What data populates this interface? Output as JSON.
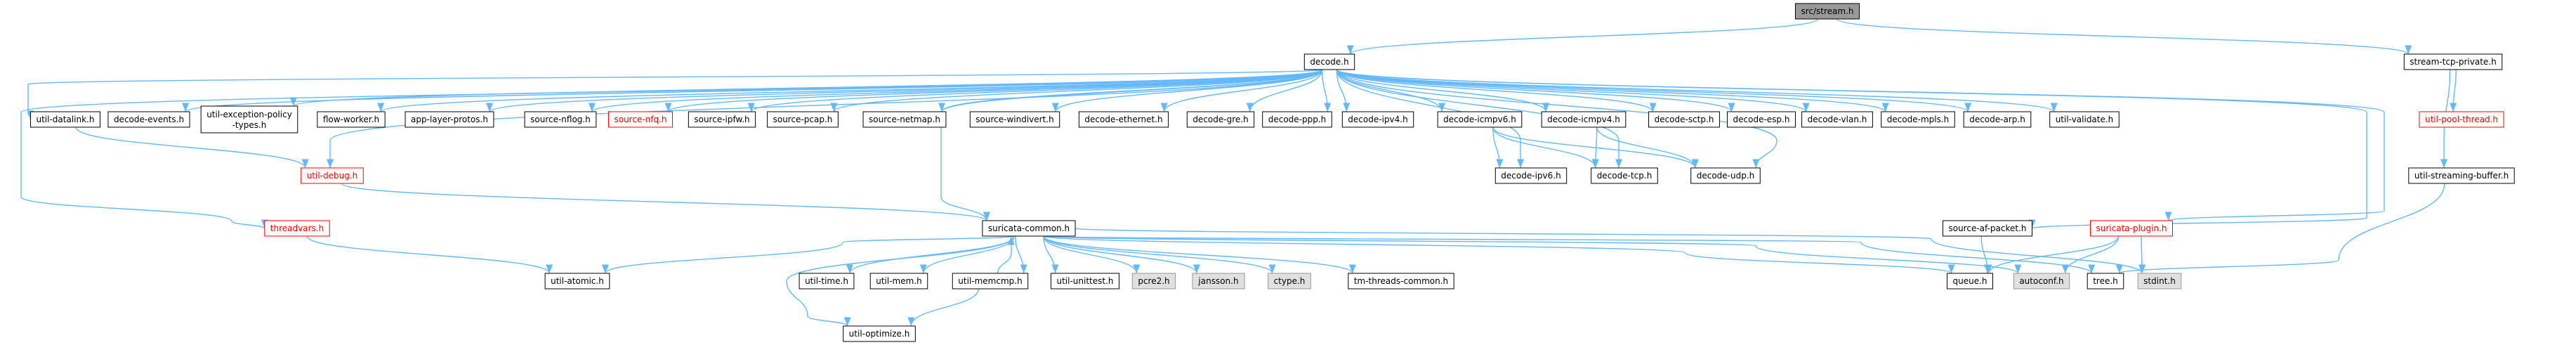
{
  "colors": {
    "edge": "#63b8ff",
    "node_border": "#000000",
    "node_fill": "#ffffff",
    "root_fill": "#999999",
    "gray_fill": "#e0e0e0",
    "red": "#ff0000"
  },
  "nodes": [
    {
      "id": "stream",
      "label": "src/stream.h",
      "style": "root"
    },
    {
      "id": "decode",
      "label": "decode.h",
      "style": "normal"
    },
    {
      "id": "stcp",
      "label": "stream-tcp-private.h",
      "style": "normal"
    },
    {
      "id": "datalink",
      "label": "util-datalink.h",
      "style": "normal"
    },
    {
      "id": "devents",
      "label": "decode-events.h",
      "style": "normal"
    },
    {
      "id": "excpol",
      "label": "util-exception-policy\n-types.h",
      "style": "normal"
    },
    {
      "id": "flowwk",
      "label": "flow-worker.h",
      "style": "normal"
    },
    {
      "id": "applayer",
      "label": "app-layer-protos.h",
      "style": "normal"
    },
    {
      "id": "nflog",
      "label": "source-nflog.h",
      "style": "normal"
    },
    {
      "id": "nfq",
      "label": "source-nfq.h",
      "style": "red"
    },
    {
      "id": "ipfw",
      "label": "source-ipfw.h",
      "style": "normal"
    },
    {
      "id": "pcap",
      "label": "source-pcap.h",
      "style": "normal"
    },
    {
      "id": "netmap",
      "label": "source-netmap.h",
      "style": "normal"
    },
    {
      "id": "windivert",
      "label": "source-windivert.h",
      "style": "normal"
    },
    {
      "id": "eth",
      "label": "decode-ethernet.h",
      "style": "normal"
    },
    {
      "id": "gre",
      "label": "decode-gre.h",
      "style": "normal"
    },
    {
      "id": "ppp",
      "label": "decode-ppp.h",
      "style": "normal"
    },
    {
      "id": "ipv4",
      "label": "decode-ipv4.h",
      "style": "normal"
    },
    {
      "id": "icmpv6",
      "label": "decode-icmpv6.h",
      "style": "normal"
    },
    {
      "id": "icmpv4",
      "label": "decode-icmpv4.h",
      "style": "normal"
    },
    {
      "id": "sctp",
      "label": "decode-sctp.h",
      "style": "normal"
    },
    {
      "id": "esp",
      "label": "decode-esp.h",
      "style": "normal"
    },
    {
      "id": "vlan",
      "label": "decode-vlan.h",
      "style": "normal"
    },
    {
      "id": "mpls",
      "label": "decode-mpls.h",
      "style": "normal"
    },
    {
      "id": "arp",
      "label": "decode-arp.h",
      "style": "normal"
    },
    {
      "id": "validate",
      "label": "util-validate.h",
      "style": "normal"
    },
    {
      "id": "pool",
      "label": "util-pool-thread.h",
      "style": "red"
    },
    {
      "id": "debug",
      "label": "util-debug.h",
      "style": "red"
    },
    {
      "id": "ipv6",
      "label": "decode-ipv6.h",
      "style": "normal"
    },
    {
      "id": "tcp",
      "label": "decode-tcp.h",
      "style": "normal"
    },
    {
      "id": "udp",
      "label": "decode-udp.h",
      "style": "normal"
    },
    {
      "id": "sbuf",
      "label": "util-streaming-buffer.h",
      "style": "normal"
    },
    {
      "id": "threadvars",
      "label": "threadvars.h",
      "style": "red"
    },
    {
      "id": "common",
      "label": "suricata-common.h",
      "style": "normal"
    },
    {
      "id": "afpacket",
      "label": "source-af-packet.h",
      "style": "normal"
    },
    {
      "id": "plugin",
      "label": "suricata-plugin.h",
      "style": "red"
    },
    {
      "id": "atomic",
      "label": "util-atomic.h",
      "style": "normal"
    },
    {
      "id": "time",
      "label": "util-time.h",
      "style": "normal"
    },
    {
      "id": "mem",
      "label": "util-mem.h",
      "style": "normal"
    },
    {
      "id": "memcmp",
      "label": "util-memcmp.h",
      "style": "normal"
    },
    {
      "id": "unittest",
      "label": "util-unittest.h",
      "style": "normal"
    },
    {
      "id": "pcre2",
      "label": "pcre2.h",
      "style": "gray"
    },
    {
      "id": "jansson",
      "label": "jansson.h",
      "style": "gray"
    },
    {
      "id": "ctype",
      "label": "ctype.h",
      "style": "gray"
    },
    {
      "id": "tmthreads",
      "label": "tm-threads-common.h",
      "style": "normal"
    },
    {
      "id": "queue",
      "label": "queue.h",
      "style": "normal"
    },
    {
      "id": "autoconf",
      "label": "autoconf.h",
      "style": "gray"
    },
    {
      "id": "tree",
      "label": "tree.h",
      "style": "normal"
    },
    {
      "id": "stdint",
      "label": "stdint.h",
      "style": "gray"
    },
    {
      "id": "optimize",
      "label": "util-optimize.h",
      "style": "normal"
    }
  ],
  "edges": [
    [
      "stream",
      "decode"
    ],
    [
      "stream",
      "stcp"
    ],
    [
      "stcp",
      "pool"
    ],
    [
      "stcp",
      "sbuf"
    ],
    [
      "sbuf",
      "tree"
    ],
    [
      "decode",
      "datalink"
    ],
    [
      "decode",
      "devents"
    ],
    [
      "decode",
      "excpol"
    ],
    [
      "decode",
      "flowwk"
    ],
    [
      "decode",
      "applayer"
    ],
    [
      "decode",
      "nflog"
    ],
    [
      "decode",
      "nfq"
    ],
    [
      "decode",
      "ipfw"
    ],
    [
      "decode",
      "pcap"
    ],
    [
      "decode",
      "netmap"
    ],
    [
      "decode",
      "windivert"
    ],
    [
      "decode",
      "eth"
    ],
    [
      "decode",
      "gre"
    ],
    [
      "decode",
      "ppp"
    ],
    [
      "decode",
      "ipv4"
    ],
    [
      "decode",
      "icmpv6"
    ],
    [
      "decode",
      "icmpv4"
    ],
    [
      "decode",
      "sctp"
    ],
    [
      "decode",
      "esp"
    ],
    [
      "decode",
      "vlan"
    ],
    [
      "decode",
      "mpls"
    ],
    [
      "decode",
      "arp"
    ],
    [
      "decode",
      "validate"
    ],
    [
      "decode",
      "debug"
    ],
    [
      "decode",
      "ipv6"
    ],
    [
      "decode",
      "tcp"
    ],
    [
      "decode",
      "udp"
    ],
    [
      "decode",
      "threadvars"
    ],
    [
      "decode",
      "common"
    ],
    [
      "decode",
      "afpacket"
    ],
    [
      "decode",
      "plugin"
    ],
    [
      "datalink",
      "debug"
    ],
    [
      "icmpv6",
      "ipv6"
    ],
    [
      "icmpv6",
      "tcp"
    ],
    [
      "icmpv6",
      "udp"
    ],
    [
      "icmpv4",
      "tcp"
    ],
    [
      "icmpv4",
      "udp"
    ],
    [
      "debug",
      "common"
    ],
    [
      "threadvars",
      "atomic"
    ],
    [
      "common",
      "atomic"
    ],
    [
      "common",
      "time"
    ],
    [
      "common",
      "mem"
    ],
    [
      "common",
      "memcmp"
    ],
    [
      "common",
      "unittest"
    ],
    [
      "common",
      "pcre2"
    ],
    [
      "common",
      "jansson"
    ],
    [
      "common",
      "ctype"
    ],
    [
      "common",
      "tmthreads"
    ],
    [
      "common",
      "queue"
    ],
    [
      "common",
      "autoconf"
    ],
    [
      "common",
      "tree"
    ],
    [
      "common",
      "stdint"
    ],
    [
      "common",
      "optimize"
    ],
    [
      "memcmp",
      "common"
    ],
    [
      "memcmp",
      "optimize"
    ],
    [
      "afpacket",
      "queue"
    ],
    [
      "plugin",
      "queue"
    ],
    [
      "plugin",
      "autoconf"
    ],
    [
      "plugin",
      "stdint"
    ]
  ]
}
